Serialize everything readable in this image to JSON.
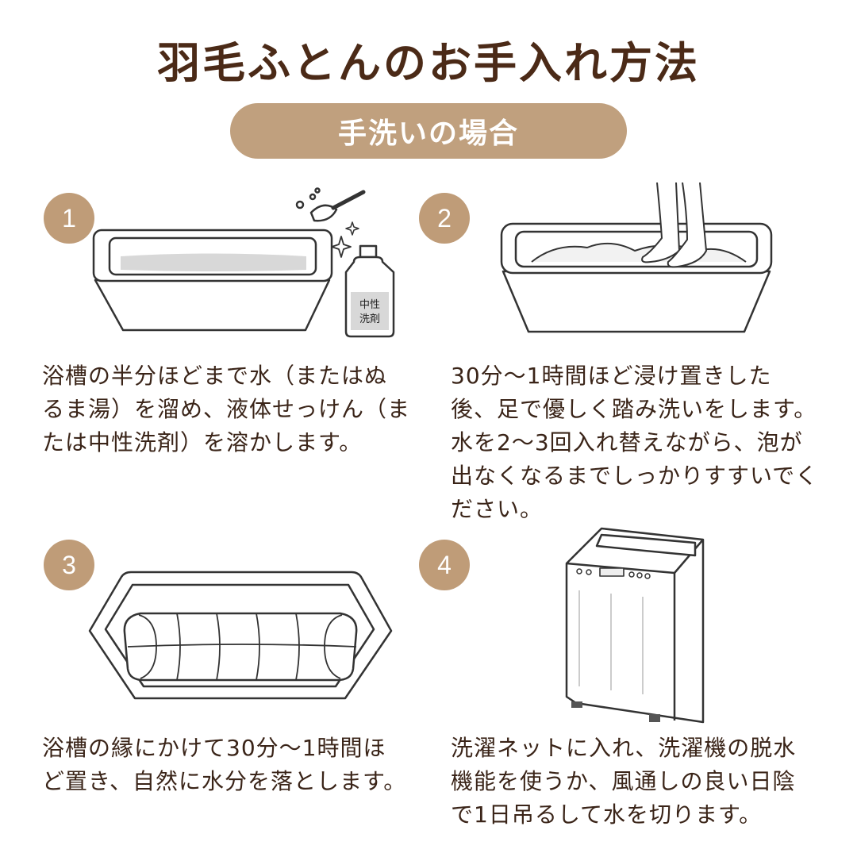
{
  "header": {
    "title": "羽毛ふとんのお手入れ方法",
    "subtitle": "手洗いの場合"
  },
  "steps": [
    {
      "number": "1",
      "lines": [
        "浴槽の半分ほどまで水（またはぬ",
        "るま湯）を溜め、液体せっけん（ま",
        "たは中性洗剤）を溶かします。"
      ],
      "bottle_label_line1": "中性",
      "bottle_label_line2": "洗剤"
    },
    {
      "number": "2",
      "lines": [
        "30分〜1時間ほど浸け置きした",
        "後、足で優しく踏み洗いをします。",
        "水を2〜3回入れ替えながら、泡が",
        "出なくなるまでしっかりすすいでく",
        "ださい。"
      ]
    },
    {
      "number": "3",
      "lines": [
        "浴槽の縁にかけて30分〜1時間ほ",
        "ど置き、自然に水分を落とします。"
      ]
    },
    {
      "number": "4",
      "lines": [
        "洗濯ネットに入れ、洗濯機の脱水",
        "機能を使うか、風通しの良い日陰",
        "で1日吊るして水を切ります。"
      ]
    }
  ],
  "colors": {
    "title": "#4b2a17",
    "accent": "#c0a07e",
    "text": "#3a2418"
  }
}
